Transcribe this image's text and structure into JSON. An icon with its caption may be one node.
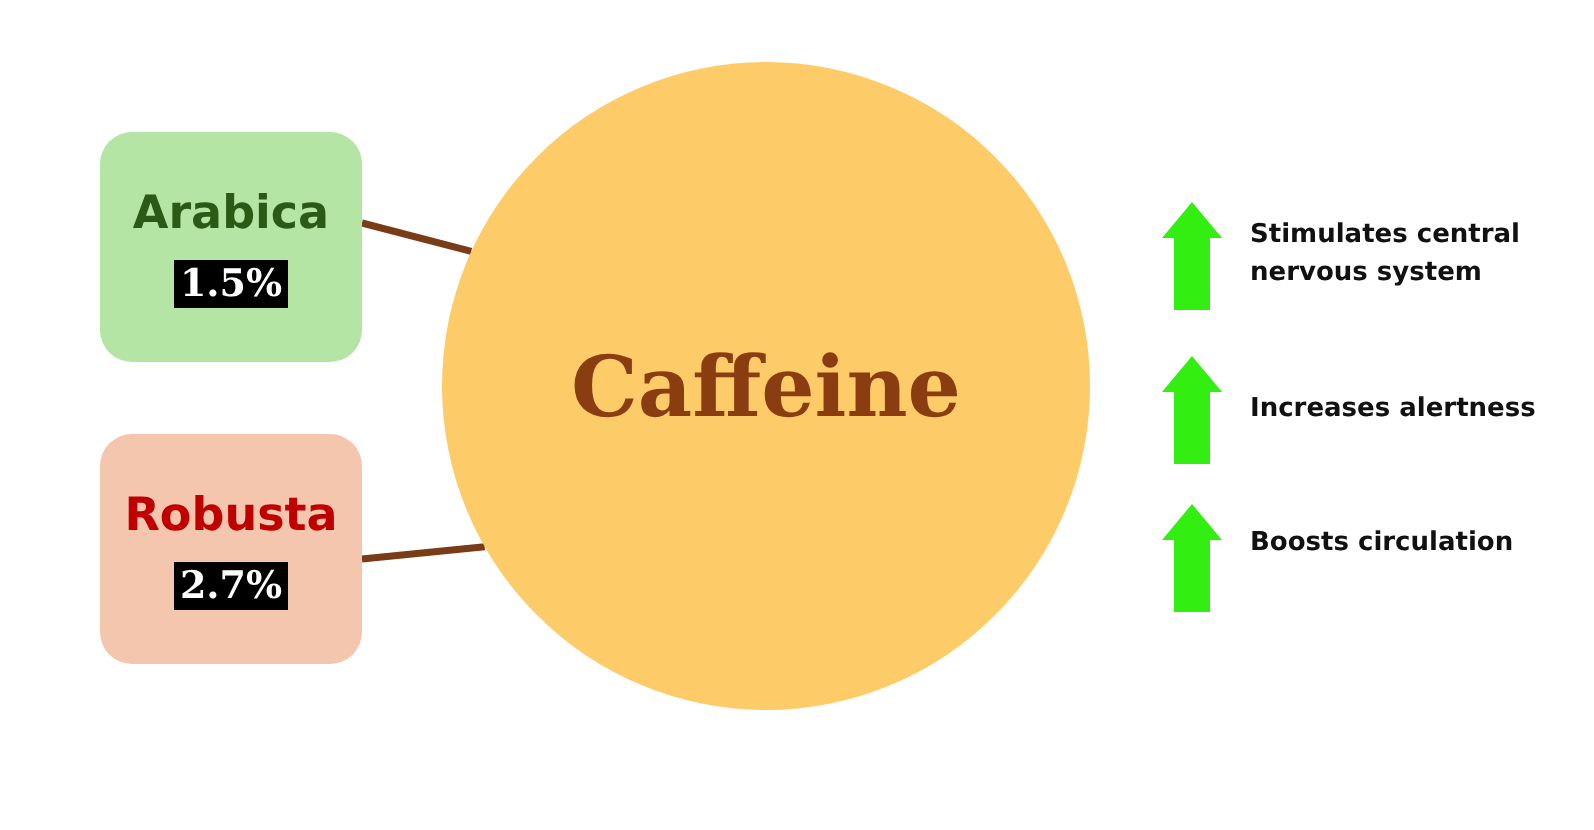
{
  "diagram": {
    "nodes": [
      {
        "text": [
          "Arabica",
          "1.5%"
        ]
      },
      {
        "text": [
          "Robusta",
          "2.7%"
        ]
      },
      {
        "text": [
          "Caffeine"
        ]
      }
    ],
    "edges": [
      {
        "from": 0,
        "to": 2,
        "arrow": "none"
      },
      {
        "from": 1,
        "to": 2,
        "arrow": "none"
      }
    ],
    "labels": [
      "Stimulates central nervous system",
      "Increases alertness",
      "Boosts circulation"
    ]
  }
}
